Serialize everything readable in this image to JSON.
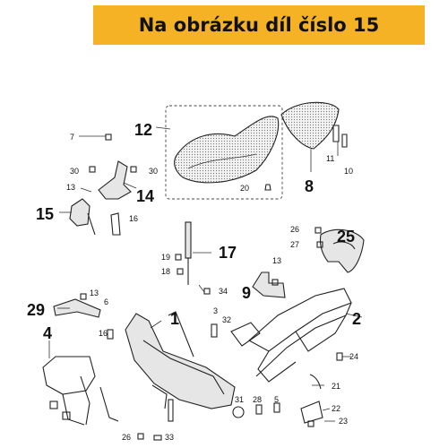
{
  "banner": {
    "title": "Na obrázku díl číslo 15",
    "color": "#f5b224"
  },
  "diagram": {
    "labels": {
      "p1": "1",
      "p2": "2",
      "p3": "3",
      "p4": "4",
      "p5": "5",
      "p6": "6",
      "p7": "7",
      "p8": "8",
      "p9": "9",
      "p10": "10",
      "p11": "11",
      "p12": "12",
      "p13a": "13",
      "p13b": "13",
      "p13c": "13",
      "p14": "14",
      "p15": "15",
      "p16a": "16",
      "p16b": "16",
      "p17": "17",
      "p18": "18",
      "p19": "19",
      "p20": "20",
      "p21": "21",
      "p22": "22",
      "p23": "23",
      "p24": "24",
      "p25": "25",
      "p26a": "26",
      "p26b": "26",
      "p27": "27",
      "p28": "28",
      "p29": "29",
      "p30a": "30",
      "p30b": "30",
      "p31": "31",
      "p32": "32",
      "p33": "33",
      "p34": "34"
    }
  }
}
